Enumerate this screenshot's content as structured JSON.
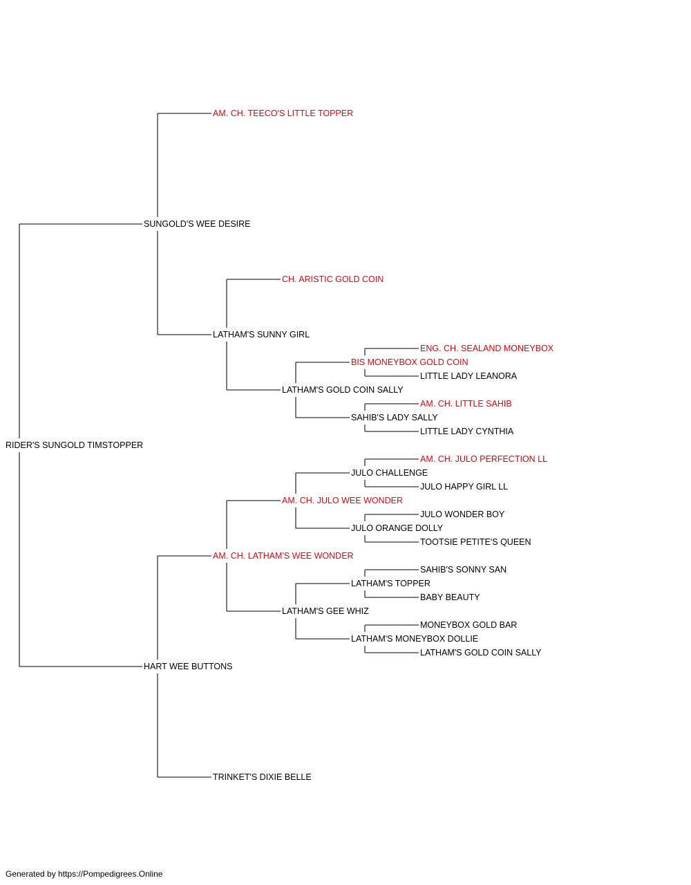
{
  "colors": {
    "champion": "#e8000b",
    "normal": "#000000",
    "line": "#333333"
  },
  "footer": "Generated by https://Pompedigrees.Online",
  "pedigree": {
    "id": "root",
    "name": "RIDER'S SUNGOLD TIMSTOPPER",
    "champion": false,
    "sire": {
      "id": "s",
      "name": "SUNGOLD'S WEE DESIRE",
      "champion": false,
      "sire": {
        "id": "ss",
        "name": "AM. CH. TEECO'S LITTLE TOPPER",
        "champion": true
      },
      "dam": {
        "id": "sd",
        "name": "LATHAM'S SUNNY GIRL",
        "champion": false,
        "sire": {
          "id": "sds",
          "name": "CH. ARISTIC GOLD COIN",
          "champion": true
        },
        "dam": {
          "id": "sdd",
          "name": "LATHAM'S GOLD COIN SALLY",
          "champion": false,
          "sire": {
            "id": "sdds",
            "name": "BIS MONEYBOX GOLD COIN",
            "champion": true,
            "sire": {
              "id": "sddss",
              "name": "ENG. CH. SEALAND MONEYBOX",
              "champion": true
            },
            "dam": {
              "id": "sddsd",
              "name": "LITTLE LADY LEANORA",
              "champion": false
            }
          },
          "dam": {
            "id": "sddd",
            "name": "SAHIB'S LADY SALLY",
            "champion": false,
            "sire": {
              "id": "sddds",
              "name": "AM. CH. LITTLE SAHIB",
              "champion": true
            },
            "dam": {
              "id": "sdddd",
              "name": "LITTLE LADY CYNTHIA",
              "champion": false
            }
          }
        }
      }
    },
    "dam": {
      "id": "d",
      "name": "HART WEE BUTTONS",
      "champion": false,
      "sire": {
        "id": "ds",
        "name": "AM. CH. LATHAM'S WEE WONDER",
        "champion": true,
        "sire": {
          "id": "dss",
          "name": "AM. CH. JULO WEE WONDER",
          "champion": true,
          "sire": {
            "id": "dsss",
            "name": "JULO CHALLENGE",
            "champion": false,
            "sire": {
              "id": "dssss",
              "name": "AM. CH. JULO PERFECTION LL",
              "champion": true
            },
            "dam": {
              "id": "dsssd",
              "name": "JULO HAPPY GIRL LL",
              "champion": false
            }
          },
          "dam": {
            "id": "dssd",
            "name": "JULO ORANGE DOLLY",
            "champion": false,
            "sire": {
              "id": "dssds",
              "name": "JULO WONDER BOY",
              "champion": false
            },
            "dam": {
              "id": "dssdd",
              "name": "TOOTSIE PETITE'S QUEEN",
              "champion": false
            }
          }
        },
        "dam": {
          "id": "dsd",
          "name": "LATHAM'S GEE WHIZ",
          "champion": false,
          "sire": {
            "id": "dsds",
            "name": "LATHAM'S TOPPER",
            "champion": false,
            "sire": {
              "id": "dsdss",
              "name": "SAHIB'S SONNY SAN",
              "champion": false
            },
            "dam": {
              "id": "dsdsd",
              "name": "BABY BEAUTY",
              "champion": false
            }
          },
          "dam": {
            "id": "dsdd",
            "name": "LATHAM'S MONEYBOX DOLLIE",
            "champion": false,
            "sire": {
              "id": "dsdds",
              "name": "MONEYBOX GOLD BAR",
              "champion": false
            },
            "dam": {
              "id": "dsddd",
              "name": "LATHAM'S GOLD COIN SALLY",
              "champion": false
            }
          }
        }
      },
      "dam": {
        "id": "dd",
        "name": "TRINKET'S DIXIE BELLE",
        "champion": false
      }
    }
  }
}
